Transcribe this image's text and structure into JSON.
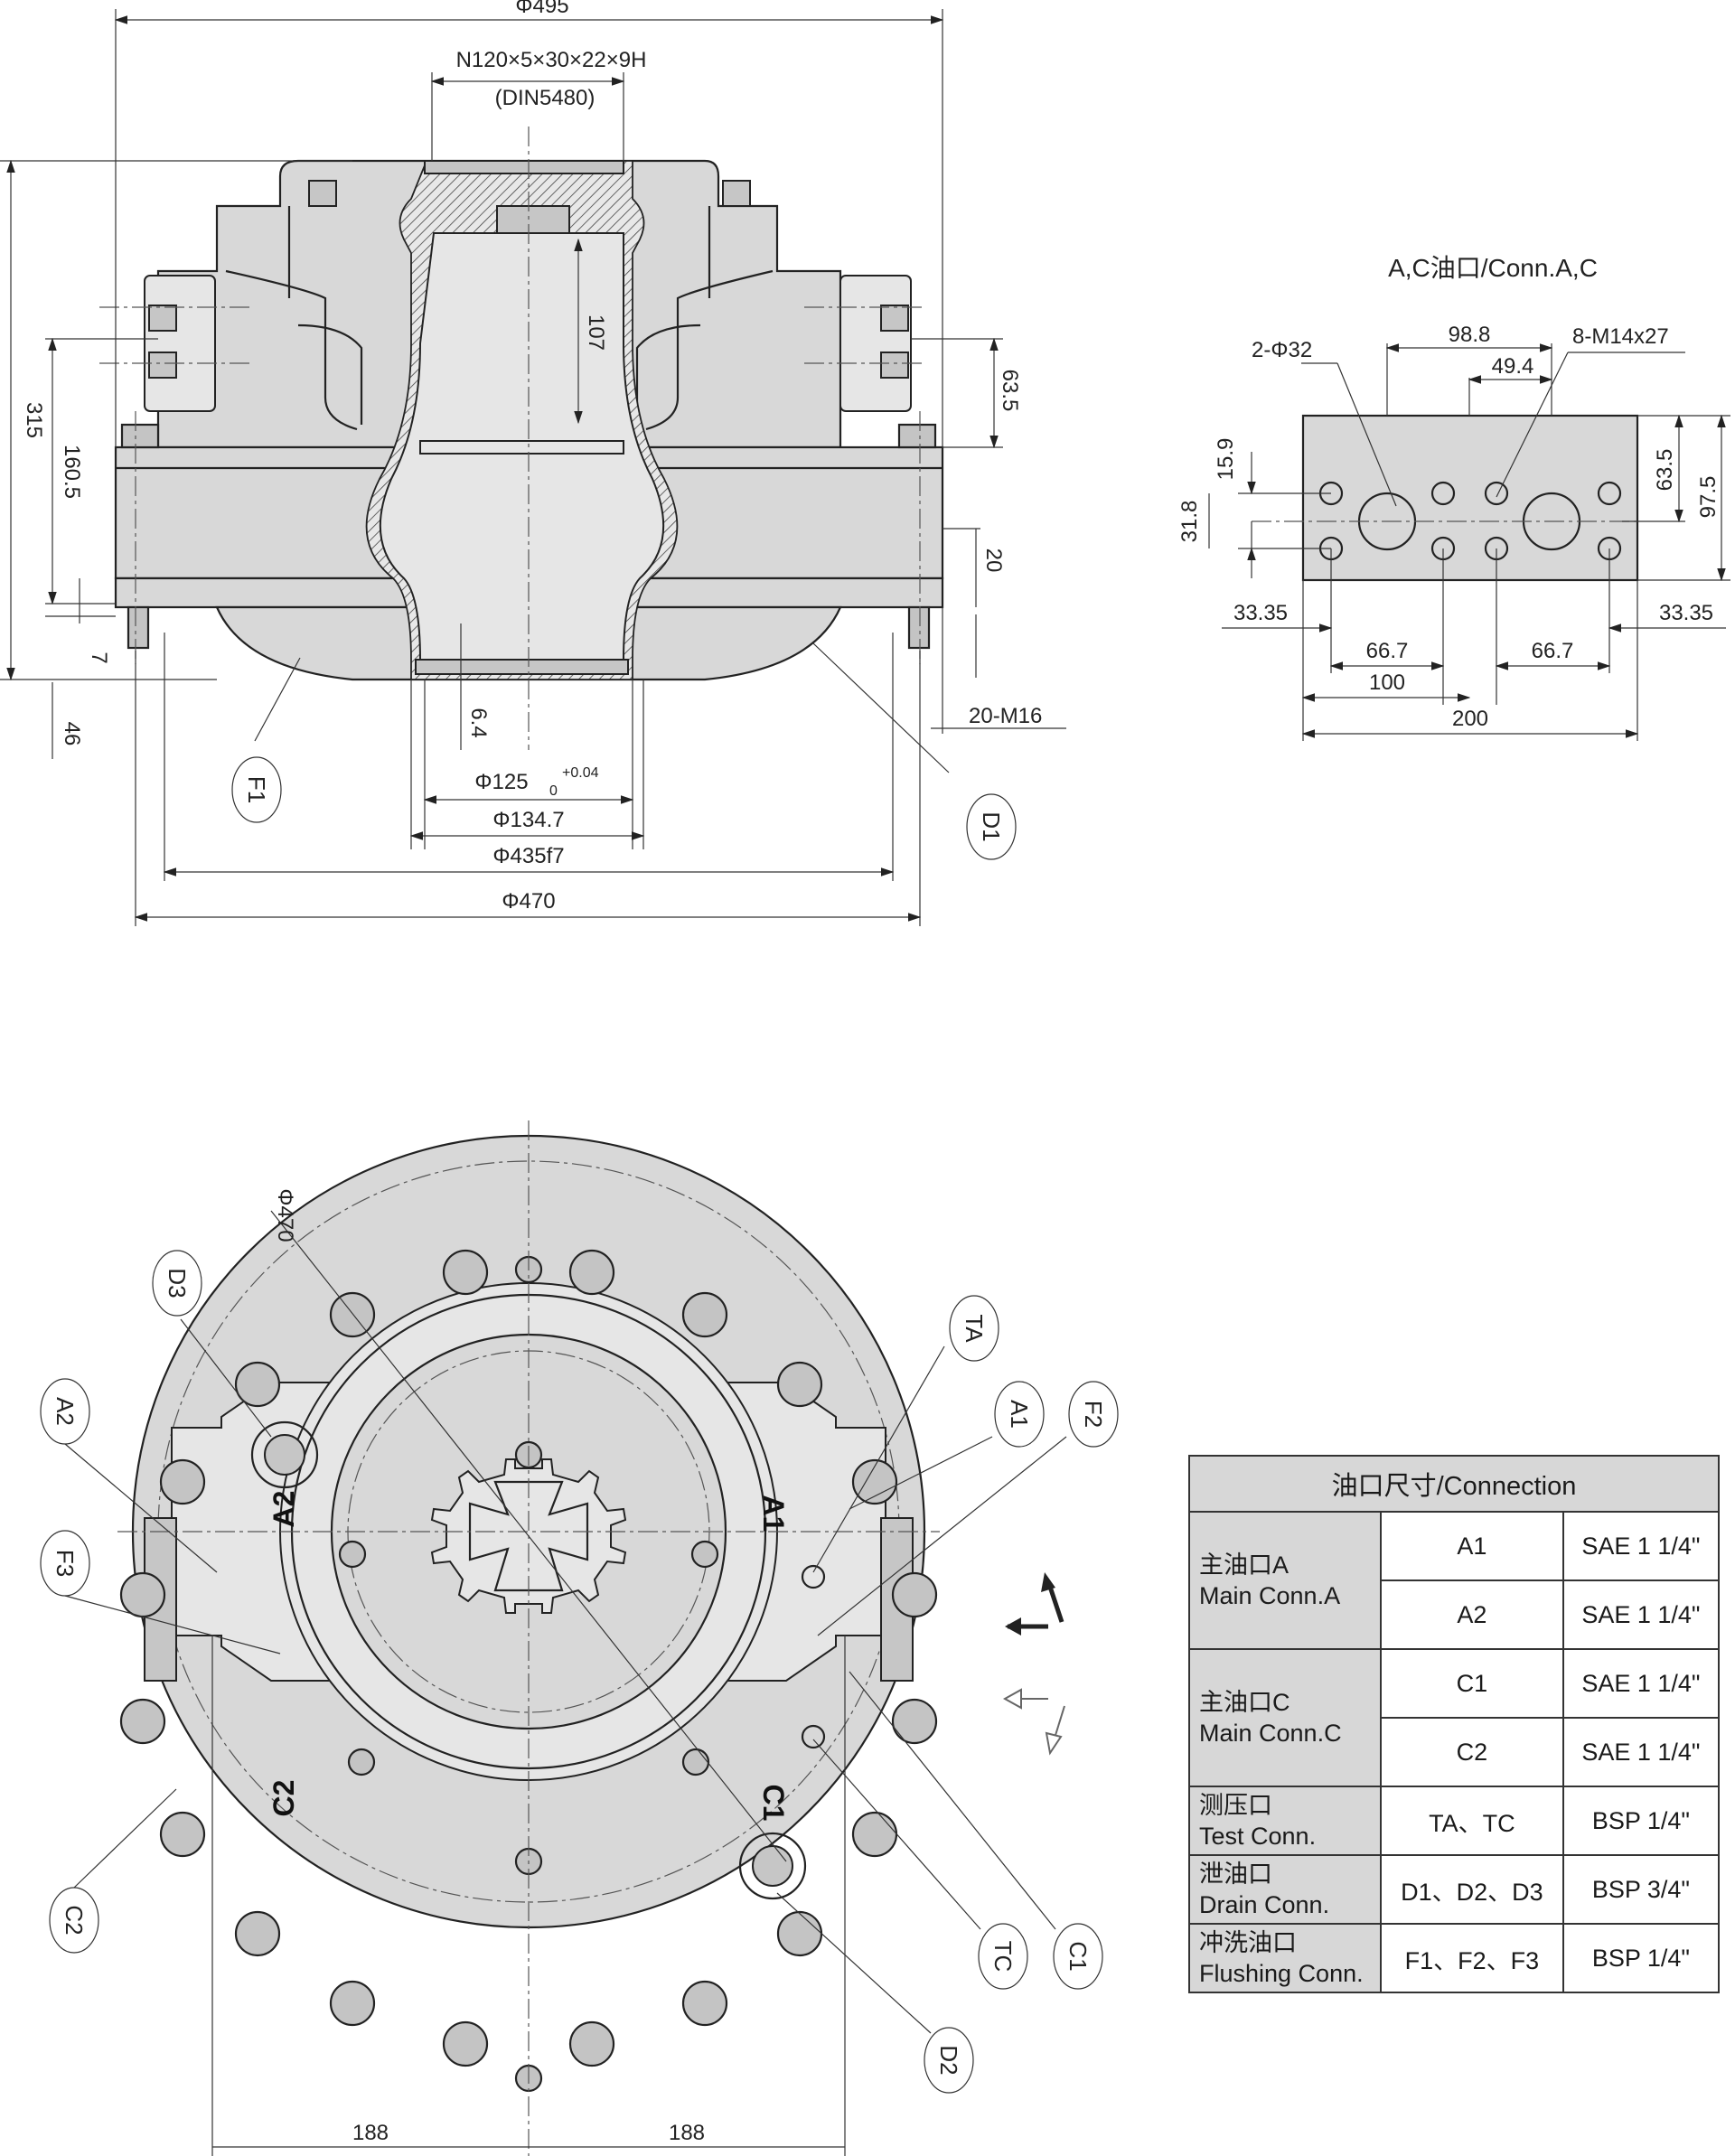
{
  "side_view": {
    "dims": {
      "d495": "Φ495",
      "spline": "N120×5×30×22×9H",
      "spline_std": "(DIN5480)",
      "h315": "315",
      "h160": "160.5",
      "h107": "107",
      "h63": "63.5",
      "h20": "20",
      "h7": "7",
      "h46": "46",
      "h6": "6.4",
      "m16": "20-M16",
      "d125": "Φ125",
      "d125_tol_up": "+0.04",
      "d125_tol_low": "0",
      "d134": "Φ134.7",
      "d435": "Φ435f7",
      "d470": "Φ470"
    },
    "callouts": {
      "f1": "F1",
      "d1": "D1"
    }
  },
  "port_view": {
    "title": "A,C油口/Conn.A,C",
    "dims": {
      "d98": "98.8",
      "d49": "49.4",
      "holes": "2-Φ32",
      "threads": "8-M14x27",
      "h15": "15.9",
      "h31": "31.8",
      "h63": "63.5",
      "h97": "97.5",
      "l33": "33.35",
      "r33": "33.35",
      "l66": "66.7",
      "r66": "66.7",
      "w100": "100",
      "w200": "200"
    }
  },
  "front_view": {
    "dims": {
      "d470": "Φ470",
      "l188": "188",
      "r188": "188"
    },
    "ports": {
      "a1": "A1",
      "a2": "A2",
      "c1": "C1",
      "c2": "C2"
    },
    "callouts": {
      "d3": "D3",
      "a2": "A2",
      "f3": "F3",
      "c2": "C2",
      "ta": "TA",
      "a1": "A1",
      "f2": "F2",
      "tc": "TC",
      "c1": "C1",
      "d2": "D2"
    }
  },
  "table": {
    "header": "油口尺寸/Connection",
    "groups": [
      {
        "label_cn": "主油口A",
        "label_en": "Main Conn.A",
        "rows": [
          {
            "port": "A1",
            "size": "SAE 1 1/4\""
          },
          {
            "port": "A2",
            "size": "SAE 1 1/4\""
          }
        ]
      },
      {
        "label_cn": "主油口C",
        "label_en": "Main Conn.C",
        "rows": [
          {
            "port": "C1",
            "size": "SAE 1 1/4\""
          },
          {
            "port": "C2",
            "size": "SAE 1 1/4\""
          }
        ]
      },
      {
        "label_cn": "测压口",
        "label_en": "Test Conn.",
        "rows": [
          {
            "port": "TA、TC",
            "size": "BSP 1/4\""
          }
        ]
      },
      {
        "label_cn": "泄油口",
        "label_en": "Drain Conn.",
        "rows": [
          {
            "port": "D1、D2、D3",
            "size": "BSP 3/4\""
          }
        ]
      },
      {
        "label_cn": "冲洗油口",
        "label_en": "Flushing Conn.",
        "rows": [
          {
            "port": "F1、F2、F3",
            "size": "BSP 1/4\""
          }
        ]
      }
    ]
  },
  "colors": {
    "body": "#d8d8d8",
    "line": "#222222",
    "table_header": "#d7d7d7"
  }
}
